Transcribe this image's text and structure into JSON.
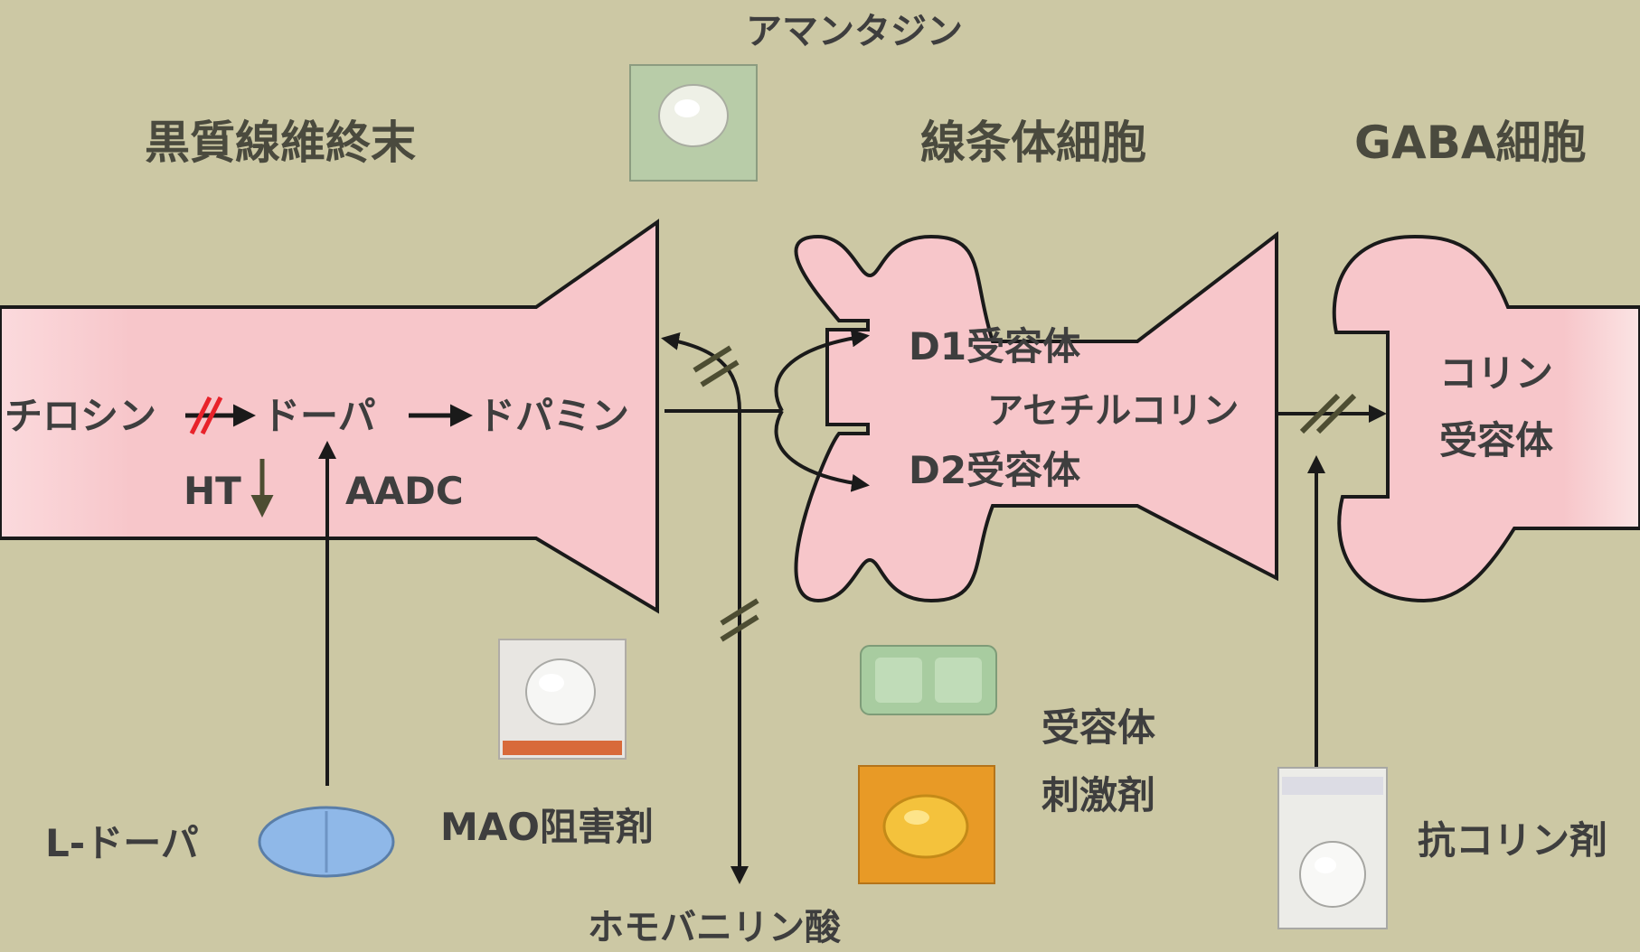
{
  "headers": {
    "nigra": "黒質線維終末",
    "striatum": "線条体細胞",
    "gaba": "GABA細胞"
  },
  "pathway": {
    "tyrosine": "チロシン",
    "dopa": "ドーパ",
    "dopamine": "ドパミン",
    "ht": "HT",
    "aadc": "AADC"
  },
  "striatal_cell": {
    "d1": "D1受容体",
    "d2": "D2受容体",
    "ach": "アセチルコリン"
  },
  "gaba_cell": {
    "receptor_line1": "コリン",
    "receptor_line2": "受容体"
  },
  "drugs": {
    "amantadine": "アマンタジン",
    "ldopa": "L-ドーパ",
    "mao": "MAO阻害剤",
    "agonist_line1": "受容体",
    "agonist_line2": "刺激剤",
    "anticholinergic": "抗コリン剤",
    "hva": "ホモバニリン酸"
  },
  "colors": {
    "background": "#ccc8a4",
    "cell_fill": "#f7c6ca",
    "block_red": "#e8222a",
    "block_green": "#4d4d32"
  }
}
